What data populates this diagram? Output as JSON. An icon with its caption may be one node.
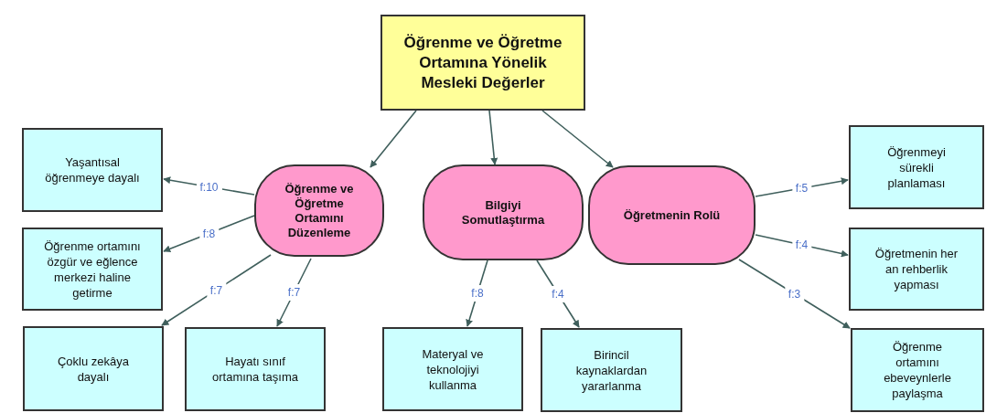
{
  "diagram": {
    "nodes": [
      {
        "text": [
          "Öğrenme ve Öğretme Ortamına Yönelik Mesleki Değerler"
        ]
      },
      {
        "text": [
          "Öğrenme ve Öğretme Ortamını Düzenleme"
        ]
      },
      {
        "text": [
          "Bilgiyi Somutlaştırma"
        ]
      },
      {
        "text": [
          "Öğretmenin Rolü"
        ]
      },
      {
        "text": [
          "Yaşantısal öğrenmeye dayalı"
        ]
      },
      {
        "text": [
          "Öğrenme ortamını özgür ve eğlence merkezi haline getirme"
        ]
      },
      {
        "text": [
          "Çoklu zekâya dayalı"
        ]
      },
      {
        "text": [
          "Hayatı sınıf ortamına taşıma"
        ]
      },
      {
        "text": [
          "Materyal ve teknolojiyi kullanma"
        ]
      },
      {
        "text": [
          "Birincil kaynaklardan yararlanma"
        ]
      },
      {
        "text": [
          "Öğrenmeyi sürekli planlaması"
        ]
      },
      {
        "text": [
          "Öğretmenin her an rehberlik yapması"
        ]
      },
      {
        "text": [
          "Öğrenme ortamını ebeveynlerle paylaşma"
        ]
      }
    ],
    "edges": [
      {
        "from": 0,
        "to": 1,
        "arrow": "to"
      },
      {
        "from": 0,
        "to": 2,
        "arrow": "to"
      },
      {
        "from": 0,
        "to": 3,
        "arrow": "to"
      },
      {
        "from": 1,
        "to": 4,
        "arrow": "to",
        "label": "f:10"
      },
      {
        "from": 1,
        "to": 5,
        "arrow": "to",
        "label": "f:8"
      },
      {
        "from": 1,
        "to": 6,
        "arrow": "to",
        "label": "f:7"
      },
      {
        "from": 1,
        "to": 7,
        "arrow": "to",
        "label": "f:7"
      },
      {
        "from": 2,
        "to": 8,
        "arrow": "to",
        "label": "f:8"
      },
      {
        "from": 2,
        "to": 9,
        "arrow": "to",
        "label": "f:4"
      },
      {
        "from": 3,
        "to": 10,
        "arrow": "to",
        "label": "f:5"
      },
      {
        "from": 3,
        "to": 11,
        "arrow": "to",
        "label": "f:4"
      },
      {
        "from": 3,
        "to": 12,
        "arrow": "to",
        "label": "f:3"
      }
    ]
  }
}
